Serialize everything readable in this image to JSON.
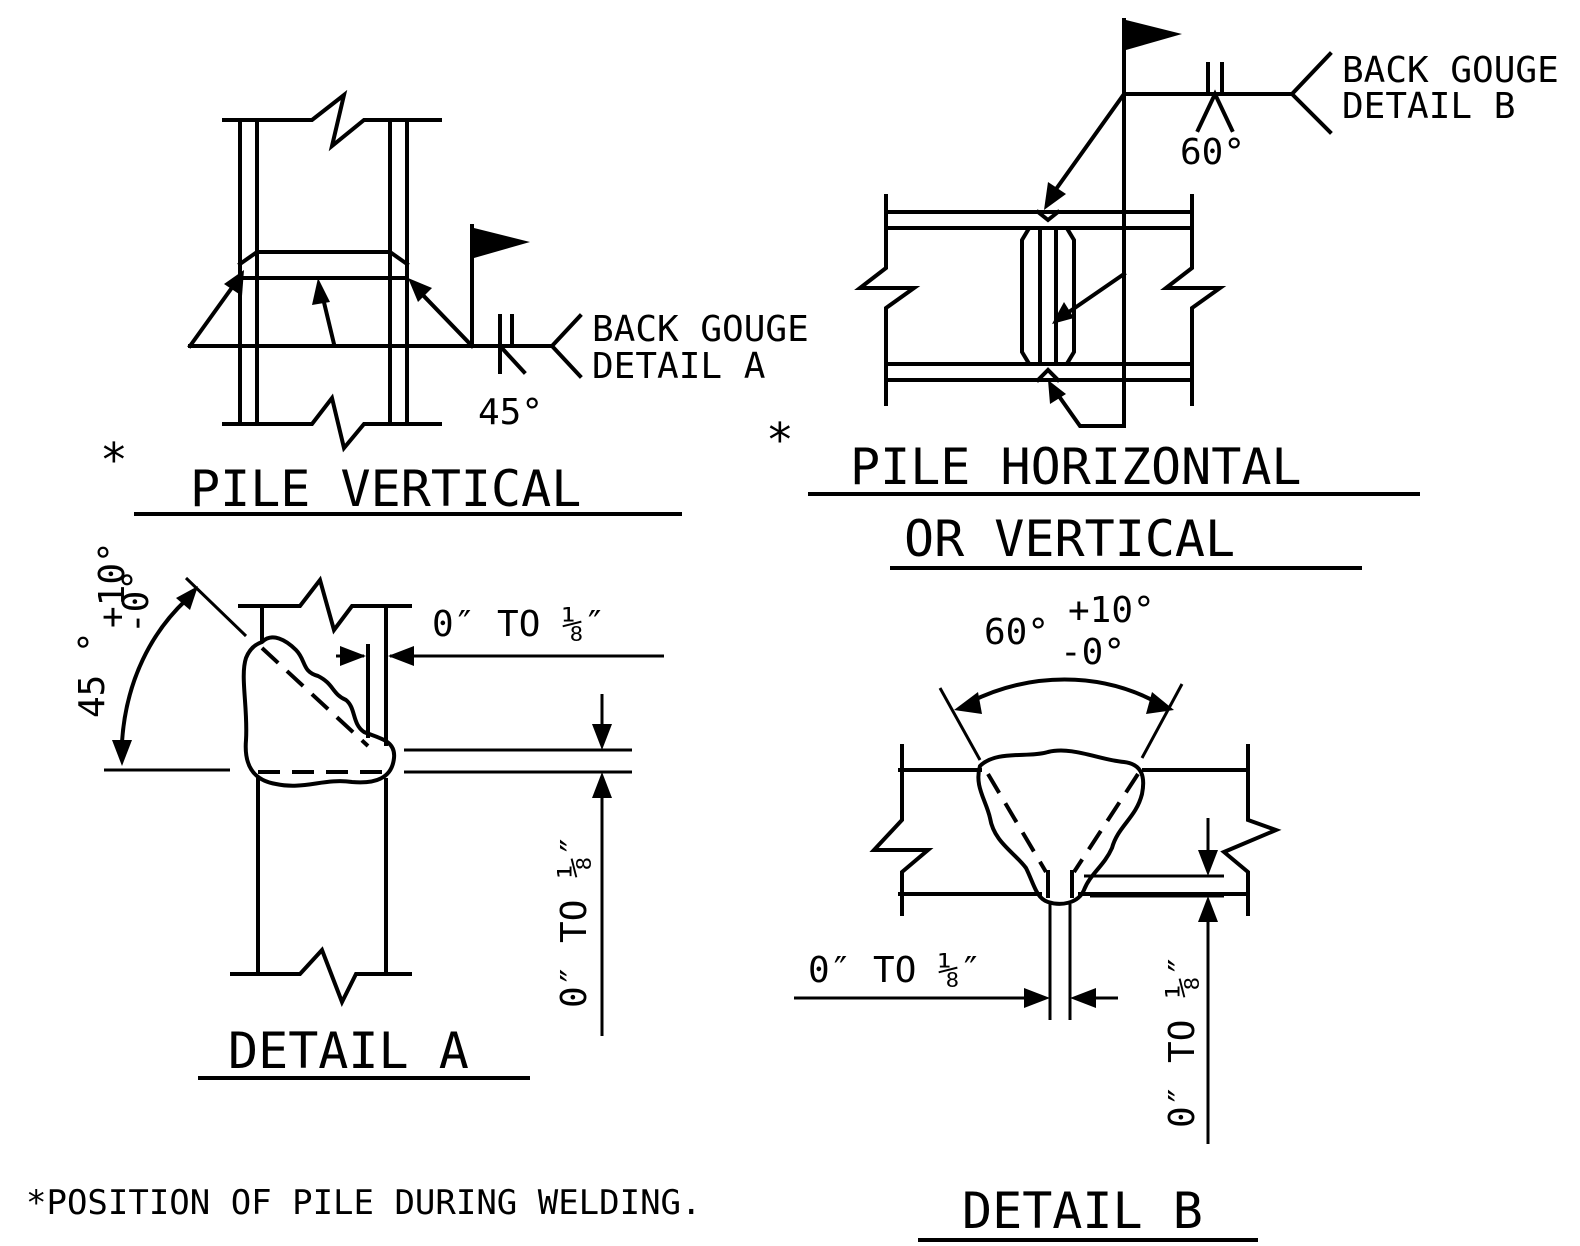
{
  "views": {
    "pile_vertical": {
      "mark": "*",
      "title": "PILE VERTICAL",
      "angle": "45°",
      "note_line1": "BACK GOUGE",
      "note_line2": "DETAIL A"
    },
    "pile_horizontal": {
      "mark": "*",
      "title_line1": "PILE HORIZONTAL",
      "title_line2": "OR VERTICAL",
      "angle": "60°",
      "note_line1": "BACK GOUGE",
      "note_line2": "DETAIL B"
    },
    "detail_a": {
      "title": "DETAIL A",
      "angle_dim": "45 °",
      "angle_tol_plus": "+10°",
      "angle_tol_minus": "-0°",
      "gap_dim": "0″ TO ⅛″",
      "root_dim": "0″ TO ⅛″"
    },
    "detail_b": {
      "title": "DETAIL B",
      "angle_dim": "60°",
      "angle_tol_plus": "+10°",
      "angle_tol_minus": "-0°",
      "gap_dim": "0″ TO ⅛″",
      "root_dim": "0″ TO ⅛″"
    }
  },
  "footnote": "*POSITION OF PILE DURING WELDING."
}
